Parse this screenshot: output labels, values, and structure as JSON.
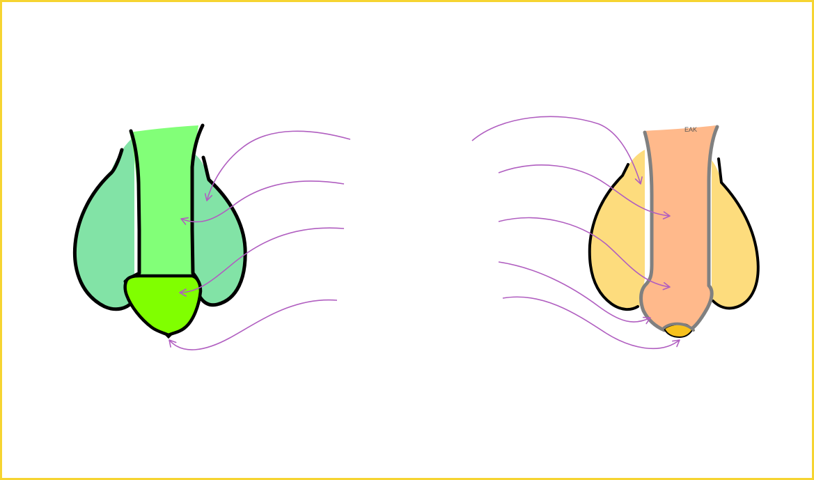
{
  "diagram": {
    "signature": "EAK",
    "colors": {
      "border": "#f6d431",
      "left_side_lobes": "#82e3a6",
      "left_center_column": "#82ff78",
      "left_tip": "#80ff00",
      "right_side_lobes": "#fddc7d",
      "right_center_column": "#ffb98b",
      "right_tip": "#f7c11e",
      "right_column_outline": "#808080",
      "outline": "#000000",
      "arrows": "#b05ec0"
    },
    "left_pointers": [
      "arrow-1",
      "arrow-2",
      "arrow-3",
      "arrow-4"
    ],
    "right_pointers": [
      "arrow-1",
      "arrow-2",
      "arrow-3",
      "arrow-4",
      "arrow-5"
    ]
  }
}
